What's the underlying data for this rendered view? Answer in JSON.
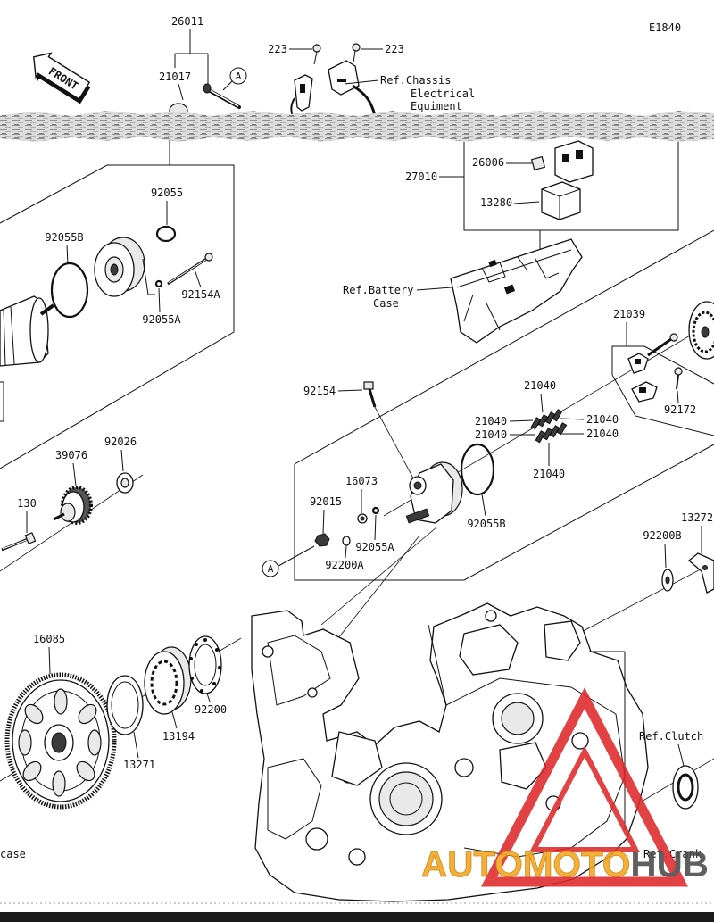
{
  "diagram": {
    "code": "E1840",
    "front_label": "FRONT",
    "callouts": {
      "a_top": "A",
      "a_bottom": "A"
    },
    "parts": {
      "p26011": "26011",
      "p21017": "21017",
      "p223_left": "223",
      "p223_right": "223",
      "p26006": "26006",
      "p27010": "27010",
      "p13280": "13280",
      "p92055": "92055",
      "p92055B_left": "92055B",
      "p92154A": "92154A",
      "p92055A_left": "92055A",
      "p21039": "21039",
      "p92154": "92154",
      "p21040_top": "21040",
      "p21040_left_upper": "21040",
      "p21040_left_lower": "21040",
      "p21040_right_upper": "21040",
      "p21040_right_lower": "21040",
      "p21040_bottom": "21040",
      "p92172": "92172",
      "p39076": "39076",
      "p92026": "92026",
      "p16073": "16073",
      "p92015": "92015",
      "p92055A_right": "92055A",
      "p92200A": "92200A",
      "p92055B_right": "92055B",
      "p130": "130",
      "p92200B": "92200B",
      "p13272": "13272",
      "p16085": "16085",
      "p13271": "13271",
      "p13194": "13194",
      "p92200": "92200"
    },
    "references": {
      "chassis_line1": "Ref.Chassis",
      "chassis_line2": "Electrical",
      "chassis_line3": "Equiment",
      "battery_line1": "Ref.Battery",
      "battery_line2": "Case",
      "clutch": "Ref.Clutch",
      "crankcase_right": "Ref.Crank",
      "crankcase_left": "case"
    }
  },
  "watermark": {
    "text_part1": "AUTOMOTO",
    "text_part2": "HUB",
    "triangle_color": "#e0282b",
    "text_color_1": "#f2a51c",
    "text_color_2": "#4a4a4a"
  },
  "colors": {
    "line": "#111111",
    "background": "#ffffff"
  }
}
